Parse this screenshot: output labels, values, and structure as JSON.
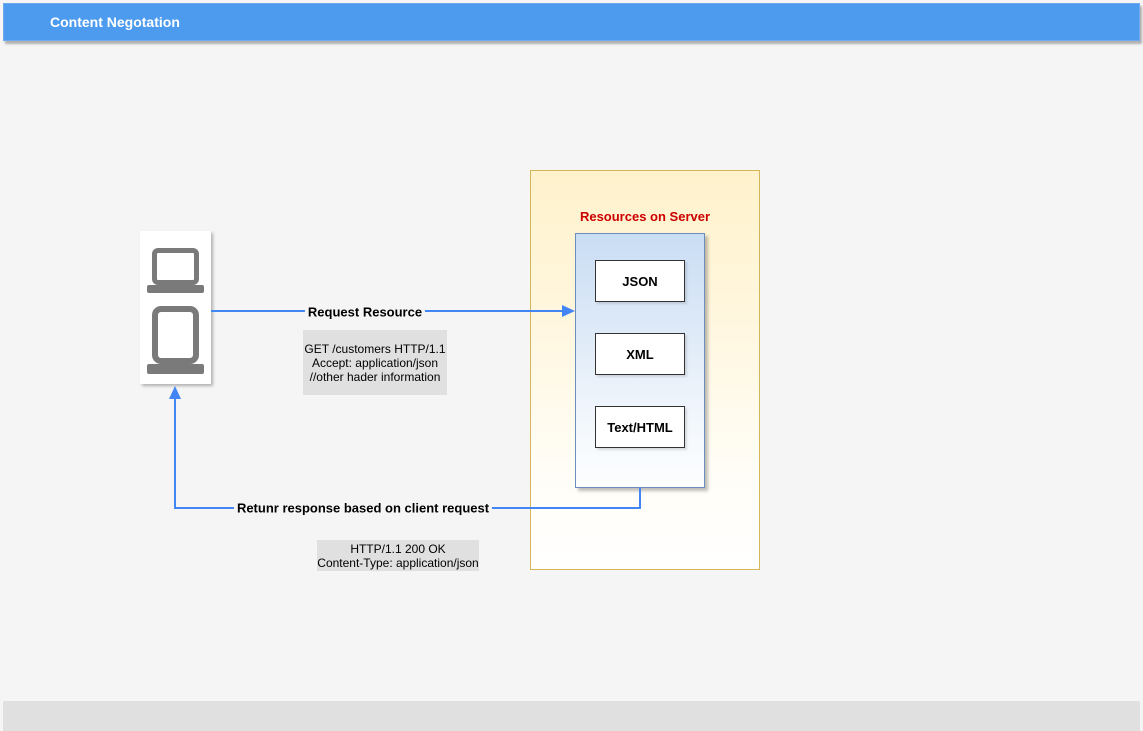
{
  "header": {
    "title": "Content Negotation"
  },
  "client": {
    "icons": [
      "laptop",
      "desktop-terminal"
    ]
  },
  "request": {
    "label": "Request Resource",
    "note_lines": [
      "GET /customers HTTP/1.1",
      "Accept: application/json",
      "//other hader information"
    ]
  },
  "response": {
    "label": "Retunr response based on client request",
    "note_lines": [
      "HTTP/1.1 200 OK",
      "Content-Type: application/json"
    ]
  },
  "server": {
    "title": "Resources on Server",
    "resources": [
      "JSON",
      "XML",
      "Text/HTML"
    ]
  },
  "colors": {
    "titlebar_blue": "#4D9BEE",
    "arrow_blue": "#4285F4",
    "server_border_gold": "#D6B656",
    "server_fill_cream": "#FFF2CC",
    "server_title_red": "#CC0000",
    "inner_panel_blue": "#C9DDF4",
    "inner_panel_border": "#6C8EBF",
    "note_gray": "#E0E0E0",
    "canvas_gray": "#F5F5F5",
    "footer_gray": "#E0E0E0",
    "icon_gray": "#7A7A7A"
  }
}
